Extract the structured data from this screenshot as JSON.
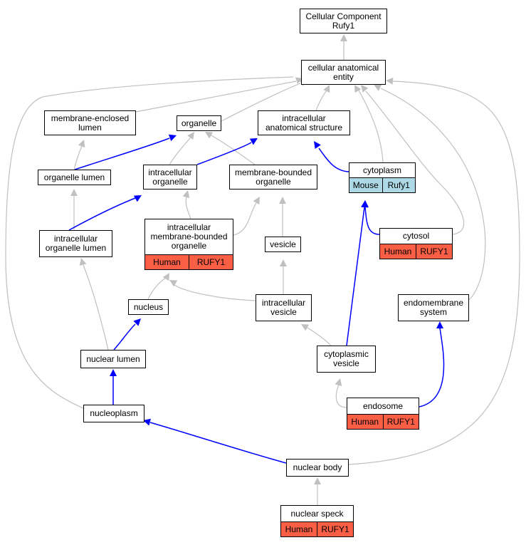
{
  "nodes": {
    "root": "Cellular Component\nRufy1",
    "cae": "cellular anatomical\nentity",
    "mel": "membrane-enclosed\nlumen",
    "org": "organelle",
    "ias": "intracellular\nanatomical structure",
    "ol": "organelle lumen",
    "io": "intracellular\norganelle",
    "mbo": "membrane-bounded\norganelle",
    "cyto": "cytoplasm",
    "iol": "intracellular\norganelle lumen",
    "imbo": "intracellular\nmembrane-bounded\norganelle",
    "ves": "vesicle",
    "cytosol": "cytosol",
    "nucleus": "nucleus",
    "iv": "intracellular\nvesicle",
    "es": "endomembrane\nsystem",
    "nl": "nuclear lumen",
    "cv": "cytoplasmic\nvesicle",
    "np": "nucleoplasm",
    "endo": "endosome",
    "nb": "nuclear body",
    "ns": "nuclear speck"
  },
  "annotations": {
    "cyto": {
      "species": "Mouse",
      "gene": "Rufy1"
    },
    "imbo": {
      "species": "Human",
      "gene": "RUFY1"
    },
    "cytosol": {
      "species": "Human",
      "gene": "RUFY1"
    },
    "endo": {
      "species": "Human",
      "gene": "RUFY1"
    },
    "ns": {
      "species": "Human",
      "gene": "RUFY1"
    }
  },
  "colors": {
    "is_a_edge": "#c0c0c0",
    "part_of_edge": "#0000ff",
    "human_annotation": "#fa5f45",
    "mouse_annotation": "#add8e6"
  }
}
